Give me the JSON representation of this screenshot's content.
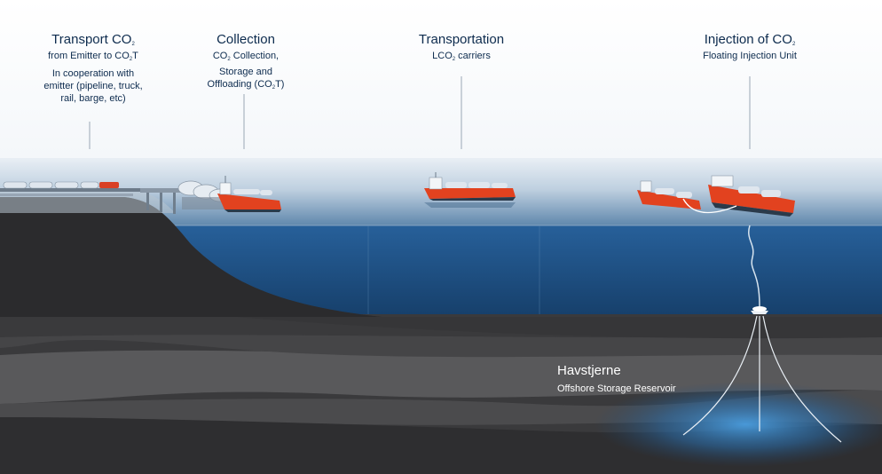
{
  "labels": {
    "transport": {
      "title": "Transport CO",
      "title_sub": "2",
      "line1_a": "from Emitter to CO",
      "line1_sub": "2",
      "line1_b": "T",
      "line2": "In cooperation with",
      "line3": "emitter (pipeline, truck,",
      "line4": "rail, barge, etc)"
    },
    "collection": {
      "title": "Collection",
      "line1_a": "CO",
      "line1_sub": "2",
      "line1_b": " Collection,",
      "line2": "Storage and",
      "line3_a": "Offloading (CO",
      "line3_sub": "2",
      "line3_b": "T)"
    },
    "transportation": {
      "title": "Transportation",
      "line1_a": "LCO",
      "line1_sub": "2",
      "line1_b": " carriers"
    },
    "injection": {
      "title": "Injection of CO",
      "title_sub": "2",
      "line1": "Floating Injection Unit"
    }
  },
  "reservoir": {
    "title": "Havstjerne",
    "subtitle": "Offshore Storage Reservoir"
  },
  "colors": {
    "text_navy": "#0d2b4e",
    "sea_deep": "#1c4f80",
    "ship_hull": "#e2421f",
    "rock_dark": "#2f2f31",
    "rock_mid": "#4a4a4c",
    "reservoir_glow": "#3c8fd0"
  }
}
